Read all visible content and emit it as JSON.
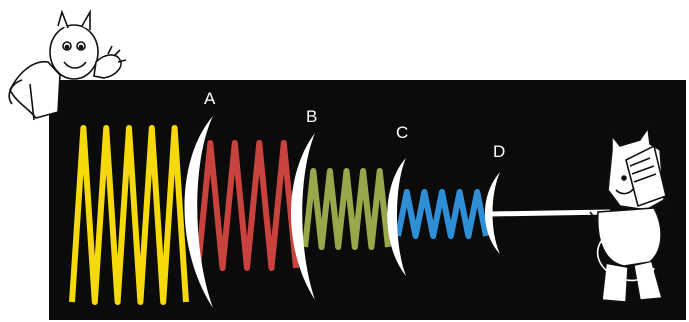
{
  "colors": {
    "background": "#ffffff",
    "panel": "#0b0b0b",
    "yellow_wave": "#f5d90a",
    "red_wave": "#c8423e",
    "green_wave": "#97a84a",
    "blue_wave": "#2f8fd6",
    "barrier": "#ffffff"
  },
  "barriers": [
    {
      "id": "barrier-a",
      "label": "A"
    },
    {
      "id": "barrier-b",
      "label": "B"
    },
    {
      "id": "barrier-c",
      "label": "C"
    },
    {
      "id": "barrier-d",
      "label": "D"
    }
  ],
  "waves": [
    {
      "id": "wave-yellow",
      "color_key": "yellow_wave",
      "amplitude": "largest"
    },
    {
      "id": "wave-red",
      "color_key": "red_wave",
      "amplitude": "large"
    },
    {
      "id": "wave-green",
      "color_key": "green_wave",
      "amplitude": "medium"
    },
    {
      "id": "wave-blue",
      "color_key": "blue_wave",
      "amplitude": "small"
    },
    {
      "id": "wave-flat",
      "color_key": "barrier",
      "amplitude": "none"
    }
  ],
  "figures": [
    {
      "id": "left-demon",
      "icon": "demon-waving-icon"
    },
    {
      "id": "right-figure",
      "icon": "demon-with-book-icon"
    }
  ]
}
